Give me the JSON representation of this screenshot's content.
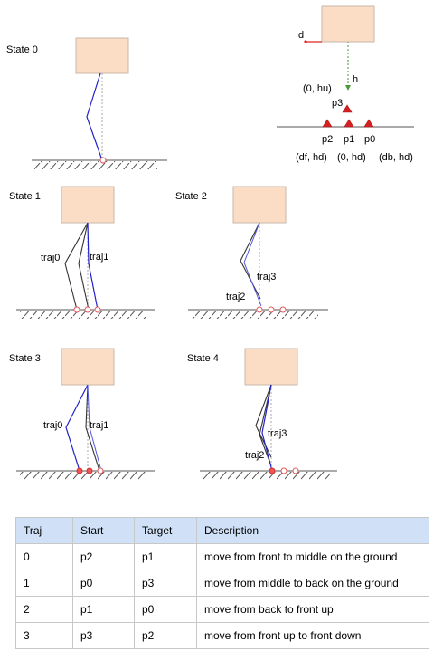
{
  "states": {
    "s0": "State 0",
    "s1": "State 1",
    "s2": "State 2",
    "s3": "State 3",
    "s4": "State 4"
  },
  "legend": {
    "d": "d",
    "h": "h",
    "p3": "p3",
    "p2": "p2",
    "p1": "p1",
    "p0": "p0",
    "coord_hu": "(0, hu)",
    "coord_df": "(df, hd)",
    "coord_mid": "(0, hd)",
    "coord_db": "(db, hd)"
  },
  "traj_labels": {
    "traj0": "traj0",
    "traj1": "traj1",
    "traj2": "traj2",
    "traj3": "traj3"
  },
  "table": {
    "headers": [
      "Traj",
      "Start",
      "Target",
      "Description"
    ],
    "rows": [
      [
        "0",
        "p2",
        "p1",
        "move from front to middle on the ground"
      ],
      [
        "1",
        "p0",
        "p3",
        "move from middle to back on the ground"
      ],
      [
        "2",
        "p1",
        "p0",
        "move from back to front up"
      ],
      [
        "3",
        "p3",
        "p2",
        "move from front up to front down"
      ]
    ]
  },
  "colors": {
    "body_fill": "#fbdcc4",
    "leg_blue": "#2222cc",
    "foot_red": "#ee5555",
    "height_arrow": "#4a9a3a",
    "header_bg": "#cfe0f7"
  }
}
